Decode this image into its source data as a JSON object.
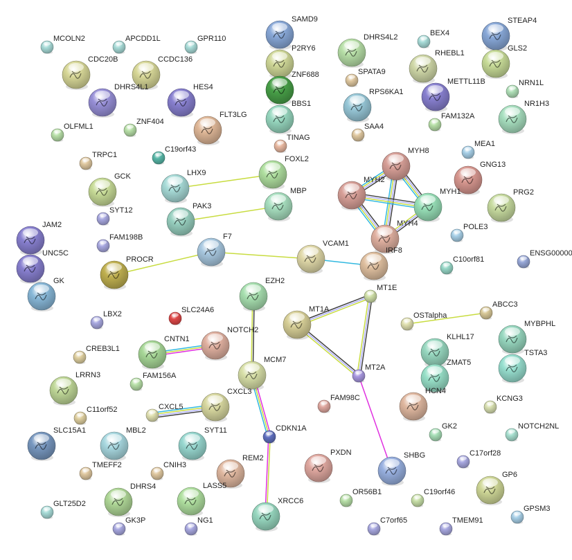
{
  "nodes": [
    {
      "name": "MCOLN2",
      "color": "#a8dcd8",
      "structure": false
    },
    {
      "name": "APCDD1L",
      "color": "#a8dcd8",
      "structure": false
    },
    {
      "name": "GPR110",
      "color": "#a8dcd8",
      "structure": false
    },
    {
      "name": "CDC20B",
      "color": "#d8d898",
      "structure": true
    },
    {
      "name": "CCDC136",
      "color": "#d8d898",
      "structure": true
    },
    {
      "name": "DHRS4L1",
      "color": "#9890d8",
      "structure": true
    },
    {
      "name": "HES4",
      "color": "#8880d0",
      "structure": true
    },
    {
      "name": "FLT3LG",
      "color": "#e0b898",
      "structure": true
    },
    {
      "name": "OLFML1",
      "color": "#b8e0a8",
      "structure": false
    },
    {
      "name": "ZNF404",
      "color": "#b8e0a8",
      "structure": false
    },
    {
      "name": "C19orf43",
      "color": "#58b8a8",
      "structure": false
    },
    {
      "name": "TRPC1",
      "color": "#e0c8a0",
      "structure": false
    },
    {
      "name": "GCK",
      "color": "#c8dc98",
      "structure": true
    },
    {
      "name": "LHX9",
      "color": "#a8dcd8",
      "structure": true
    },
    {
      "name": "SYT12",
      "color": "#a8a8e0",
      "structure": false
    },
    {
      "name": "PAK3",
      "color": "#98d0c0",
      "structure": true
    },
    {
      "name": "JAM2",
      "color": "#8880d0",
      "structure": true
    },
    {
      "name": "FAM198B",
      "color": "#a8a8e0",
      "structure": false
    },
    {
      "name": "UNC5C",
      "color": "#8880d0",
      "structure": true
    },
    {
      "name": "F7",
      "color": "#a8c8e0",
      "structure": true
    },
    {
      "name": "PROCR",
      "color": "#c0b050",
      "structure": true
    },
    {
      "name": "GK",
      "color": "#88b8d8",
      "structure": true
    },
    {
      "name": "SAMD9",
      "color": "#88a8d8",
      "structure": true
    },
    {
      "name": "P2RY6",
      "color": "#d0d898",
      "structure": true
    },
    {
      "name": "ZNF688",
      "color": "#48a048",
      "structure": true
    },
    {
      "name": "BBS1",
      "color": "#98d8c0",
      "structure": true
    },
    {
      "name": "TINAG",
      "color": "#e8b8a0",
      "structure": false
    },
    {
      "name": "FOXL2",
      "color": "#b0e0a0",
      "structure": true
    },
    {
      "name": "MBP",
      "color": "#a8e0c0",
      "structure": true
    },
    {
      "name": "DHRS4L2",
      "color": "#b8e0a8",
      "structure": true
    },
    {
      "name": "SPATA9",
      "color": "#e0c8a0",
      "structure": false
    },
    {
      "name": "RPS6KA1",
      "color": "#98c8d8",
      "structure": true
    },
    {
      "name": "SAA4",
      "color": "#e0c8a0",
      "structure": false
    },
    {
      "name": "BEX4",
      "color": "#a8dcd8",
      "structure": false
    },
    {
      "name": "STEAP4",
      "color": "#88a8d8",
      "structure": true
    },
    {
      "name": "RHEBL1",
      "color": "#d0d8a8",
      "structure": true
    },
    {
      "name": "GLS2",
      "color": "#c8dc98",
      "structure": true
    },
    {
      "name": "METTL11B",
      "color": "#8880d0",
      "structure": true
    },
    {
      "name": "NRN1L",
      "color": "#b0e0b8",
      "structure": false
    },
    {
      "name": "FAM132A",
      "color": "#b8e0a8",
      "structure": false
    },
    {
      "name": "NR1H3",
      "color": "#a8e0c0",
      "structure": true
    },
    {
      "name": "MEA1",
      "color": "#a8d0e8",
      "structure": false
    },
    {
      "name": "MYH8",
      "color": "#d8a098",
      "structure": true
    },
    {
      "name": "GNG13",
      "color": "#d89890",
      "structure": true
    },
    {
      "name": "MYH2",
      "color": "#d8a098",
      "structure": true
    },
    {
      "name": "MYH1",
      "color": "#98e0b8",
      "structure": true
    },
    {
      "name": "PRG2",
      "color": "#c8dca0",
      "structure": true
    },
    {
      "name": "MYH4",
      "color": "#e0b0a0",
      "structure": true
    },
    {
      "name": "POLE3",
      "color": "#a8d0e8",
      "structure": false
    },
    {
      "name": "IRF8",
      "color": "#e0c0a0",
      "structure": true
    },
    {
      "name": "VCAM1",
      "color": "#e0d8a8",
      "structure": true
    },
    {
      "name": "C10orf81",
      "color": "#98d8c8",
      "structure": false
    },
    {
      "name": "ENSG00000",
      "color": "#98a8d8",
      "structure": false
    },
    {
      "name": "EZH2",
      "color": "#a8e0b0",
      "structure": true
    },
    {
      "name": "SLC24A6",
      "color": "#e04848",
      "structure": false
    },
    {
      "name": "MT1E",
      "color": "#d0e0a8",
      "structure": false
    },
    {
      "name": "MT1A",
      "color": "#d8d098",
      "structure": true
    },
    {
      "name": "ABCC3",
      "color": "#d8c898",
      "structure": false
    },
    {
      "name": "OSTalpha",
      "color": "#e0e0b0",
      "structure": false
    },
    {
      "name": "LBX2",
      "color": "#a8a8e0",
      "structure": false
    },
    {
      "name": "MYBPHL",
      "color": "#98d8c0",
      "structure": true
    },
    {
      "name": "NOTCH2",
      "color": "#e0b0a0",
      "structure": true
    },
    {
      "name": "CNTN1",
      "color": "#a8d898",
      "structure": true
    },
    {
      "name": "CREB3L1",
      "color": "#e0d0a0",
      "structure": false
    },
    {
      "name": "KLHL17",
      "color": "#98d8c0",
      "structure": true
    },
    {
      "name": "TSTA3",
      "color": "#98e0d0",
      "structure": true
    },
    {
      "name": "MT2A",
      "color": "#a898e0",
      "structure": false
    },
    {
      "name": "MCM7",
      "color": "#d8e0a8",
      "structure": true
    },
    {
      "name": "ZMAT5",
      "color": "#98e0c8",
      "structure": true
    },
    {
      "name": "FAM156A",
      "color": "#b8e0a8",
      "structure": false
    },
    {
      "name": "LRRN3",
      "color": "#c0d898",
      "structure": true
    },
    {
      "name": "CXCL3",
      "color": "#d8d8a0",
      "structure": true
    },
    {
      "name": "HCN4",
      "color": "#e0b8a0",
      "structure": true
    },
    {
      "name": "KCNG3",
      "color": "#d8e0b0",
      "structure": false
    },
    {
      "name": "FAM98C",
      "color": "#e0a8a0",
      "structure": false
    },
    {
      "name": "C11orf52",
      "color": "#e0d0a0",
      "structure": false
    },
    {
      "name": "CXCL5",
      "color": "#e0e0b0",
      "structure": false
    },
    {
      "name": "CDKN1A",
      "color": "#6070c0",
      "structure": false
    },
    {
      "name": "GK2",
      "color": "#a8e0b8",
      "structure": false
    },
    {
      "name": "NOTCH2NL",
      "color": "#a8e0d0",
      "structure": false
    },
    {
      "name": "SLC15A1",
      "color": "#7898c0",
      "structure": true
    },
    {
      "name": "MBL2",
      "color": "#a8d8e0",
      "structure": true
    },
    {
      "name": "SYT11",
      "color": "#98d8d0",
      "structure": true
    },
    {
      "name": "PXDN",
      "color": "#e0a8a0",
      "structure": true
    },
    {
      "name": "C17orf28",
      "color": "#a8a8e0",
      "structure": false
    },
    {
      "name": "SHBG",
      "color": "#98b0e0",
      "structure": true
    },
    {
      "name": "REM2",
      "color": "#e0b8a0",
      "structure": true
    },
    {
      "name": "TMEFF2",
      "color": "#e0c8a0",
      "structure": false
    },
    {
      "name": "CNIH3",
      "color": "#e0c8a0",
      "structure": false
    },
    {
      "name": "GP6",
      "color": "#d0d898",
      "structure": true
    },
    {
      "name": "DHRS4",
      "color": "#b0d898",
      "structure": true
    },
    {
      "name": "LASS5",
      "color": "#b0e0a0",
      "structure": true
    },
    {
      "name": "OR56B1",
      "color": "#b8e0a8",
      "structure": false
    },
    {
      "name": "C19orf46",
      "color": "#c8e0a8",
      "structure": false
    },
    {
      "name": "GLT25D2",
      "color": "#a8dcd8",
      "structure": false
    },
    {
      "name": "XRCC6",
      "color": "#98d8c0",
      "structure": true
    },
    {
      "name": "GPSM3",
      "color": "#a8d0e8",
      "structure": false
    },
    {
      "name": "GK3P",
      "color": "#a8a8e0",
      "structure": false
    },
    {
      "name": "NG1",
      "color": "#a8a8e0",
      "structure": false
    },
    {
      "name": "C7orf65",
      "color": "#a8a8e0",
      "structure": false
    },
    {
      "name": "TMEM91",
      "color": "#a8a8e0",
      "structure": false
    }
  ],
  "edges": [
    {
      "from": "LHX9",
      "to": "FOXL2",
      "evidence": [
        "#c8dc40"
      ]
    },
    {
      "from": "PAK3",
      "to": "MBP",
      "evidence": [
        "#c8dc40"
      ]
    },
    {
      "from": "PROCR",
      "to": "F7",
      "evidence": [
        "#c8dc40"
      ]
    },
    {
      "from": "F7",
      "to": "VCAM1",
      "evidence": [
        "#c8dc40"
      ]
    },
    {
      "from": "VCAM1",
      "to": "IRF8",
      "evidence": [
        "#30b8e0"
      ]
    },
    {
      "from": "MYH8",
      "to": "MYH2",
      "evidence": [
        "#404040",
        "#b0b0ff",
        "#c8dc40",
        "#30b8e0"
      ]
    },
    {
      "from": "MYH8",
      "to": "MYH1",
      "evidence": [
        "#404040",
        "#b0b0ff",
        "#c8dc40",
        "#30b8e0"
      ]
    },
    {
      "from": "MYH8",
      "to": "MYH4",
      "evidence": [
        "#404040",
        "#b0b0ff",
        "#c8dc40",
        "#30b8e0"
      ]
    },
    {
      "from": "MYH2",
      "to": "MYH1",
      "evidence": [
        "#404040",
        "#b0b0ff",
        "#c8dc40",
        "#30b8e0"
      ]
    },
    {
      "from": "MYH2",
      "to": "MYH4",
      "evidence": [
        "#404040",
        "#b0b0ff",
        "#c8dc40",
        "#30b8e0"
      ]
    },
    {
      "from": "MYH1",
      "to": "MYH4",
      "evidence": [
        "#404040",
        "#b0b0ff",
        "#c8dc40"
      ]
    },
    {
      "from": "EZH2",
      "to": "MCM7",
      "evidence": [
        "#404040",
        "#c8dc40"
      ]
    },
    {
      "from": "CNTN1",
      "to": "NOTCH2",
      "evidence": [
        "#30b8e0",
        "#c8dc40",
        "#e030e0"
      ]
    },
    {
      "from": "CXCL5",
      "to": "CXCL3",
      "evidence": [
        "#30b8e0",
        "#c8dc40",
        "#b0b0ff",
        "#404040"
      ]
    },
    {
      "from": "MCM7",
      "to": "CDKN1A",
      "evidence": [
        "#e030e0",
        "#c8dc40",
        "#30b8e0"
      ]
    },
    {
      "from": "CDKN1A",
      "to": "XRCC6",
      "evidence": [
        "#c8dc40",
        "#e030e0"
      ]
    },
    {
      "from": "MT1A",
      "to": "MT1E",
      "evidence": [
        "#404040",
        "#b0b0ff",
        "#c8dc40"
      ]
    },
    {
      "from": "MT1A",
      "to": "MT2A",
      "evidence": [
        "#404040",
        "#b0b0ff",
        "#c8dc40"
      ]
    },
    {
      "from": "MT1E",
      "to": "MT2A",
      "evidence": [
        "#404040",
        "#b0b0ff",
        "#c8dc40"
      ]
    },
    {
      "from": "MT2A",
      "to": "SHBG",
      "evidence": [
        "#e030e0"
      ]
    },
    {
      "from": "OSTalpha",
      "to": "ABCC3",
      "evidence": [
        "#c8dc40"
      ]
    }
  ]
}
